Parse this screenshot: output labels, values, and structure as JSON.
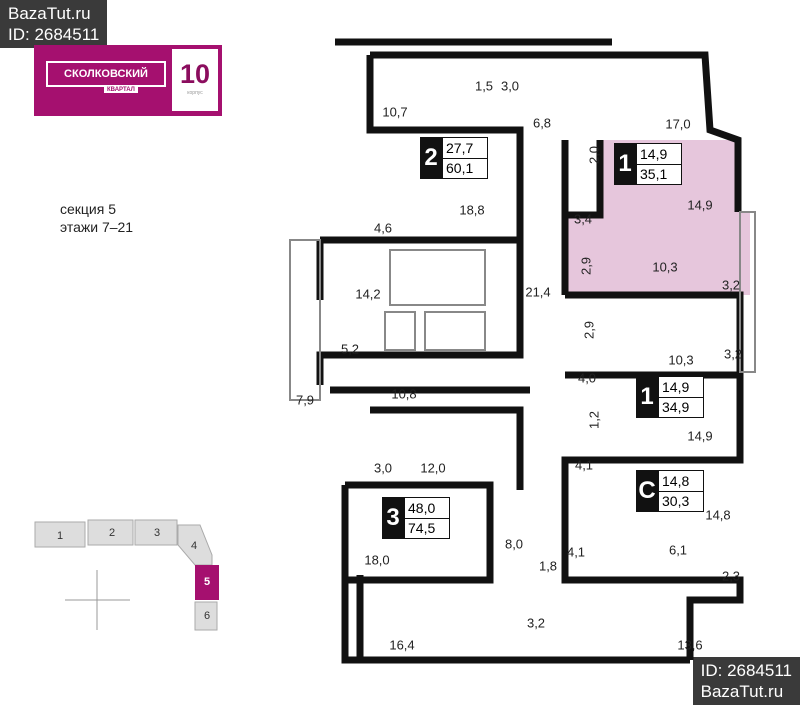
{
  "watermark": {
    "site": "BazaTut.ru",
    "id": "ID: 2684511"
  },
  "logo": {
    "brand": "СКОЛКОВСКИЙ",
    "sub": "КВАРТАЛ",
    "building_number": "10",
    "building_word": "корпус"
  },
  "section": {
    "line1": "секция 5",
    "line2": "этажи 7–21"
  },
  "colors": {
    "accent": "#a5106f",
    "highlight": "#e6c6dc"
  },
  "apartments": [
    {
      "type": "2",
      "living": "27,7",
      "total": "60,1"
    },
    {
      "type": "1",
      "living": "14,9",
      "total": "35,1",
      "highlighted": true
    },
    {
      "type": "1",
      "living": "14,9",
      "total": "34,9"
    },
    {
      "type": "С",
      "living": "14,8",
      "total": "30,3"
    },
    {
      "type": "3",
      "living": "48,0",
      "total": "74,5"
    }
  ],
  "room_areas": [
    "10,7",
    "1,5",
    "3,0",
    "6,8",
    "17,0",
    "2,0",
    "18,8",
    "4,6",
    "3,4",
    "14,9",
    "14,2",
    "21,4",
    "2,9",
    "10,3",
    "3,2",
    "5,2",
    "2,9",
    "10,3",
    "3,2",
    "4,0",
    "10,8",
    "7,9",
    "14,9",
    "1,2",
    "3,0",
    "12,0",
    "4,1",
    "14,8",
    "8,0",
    "18,0",
    "4,1",
    "6,1",
    "1,8",
    "2,3",
    "3,2",
    "16,4",
    "13,6"
  ],
  "key_plan": {
    "sections": [
      "1",
      "2",
      "3",
      "4",
      "5",
      "6"
    ],
    "selected": "5"
  }
}
